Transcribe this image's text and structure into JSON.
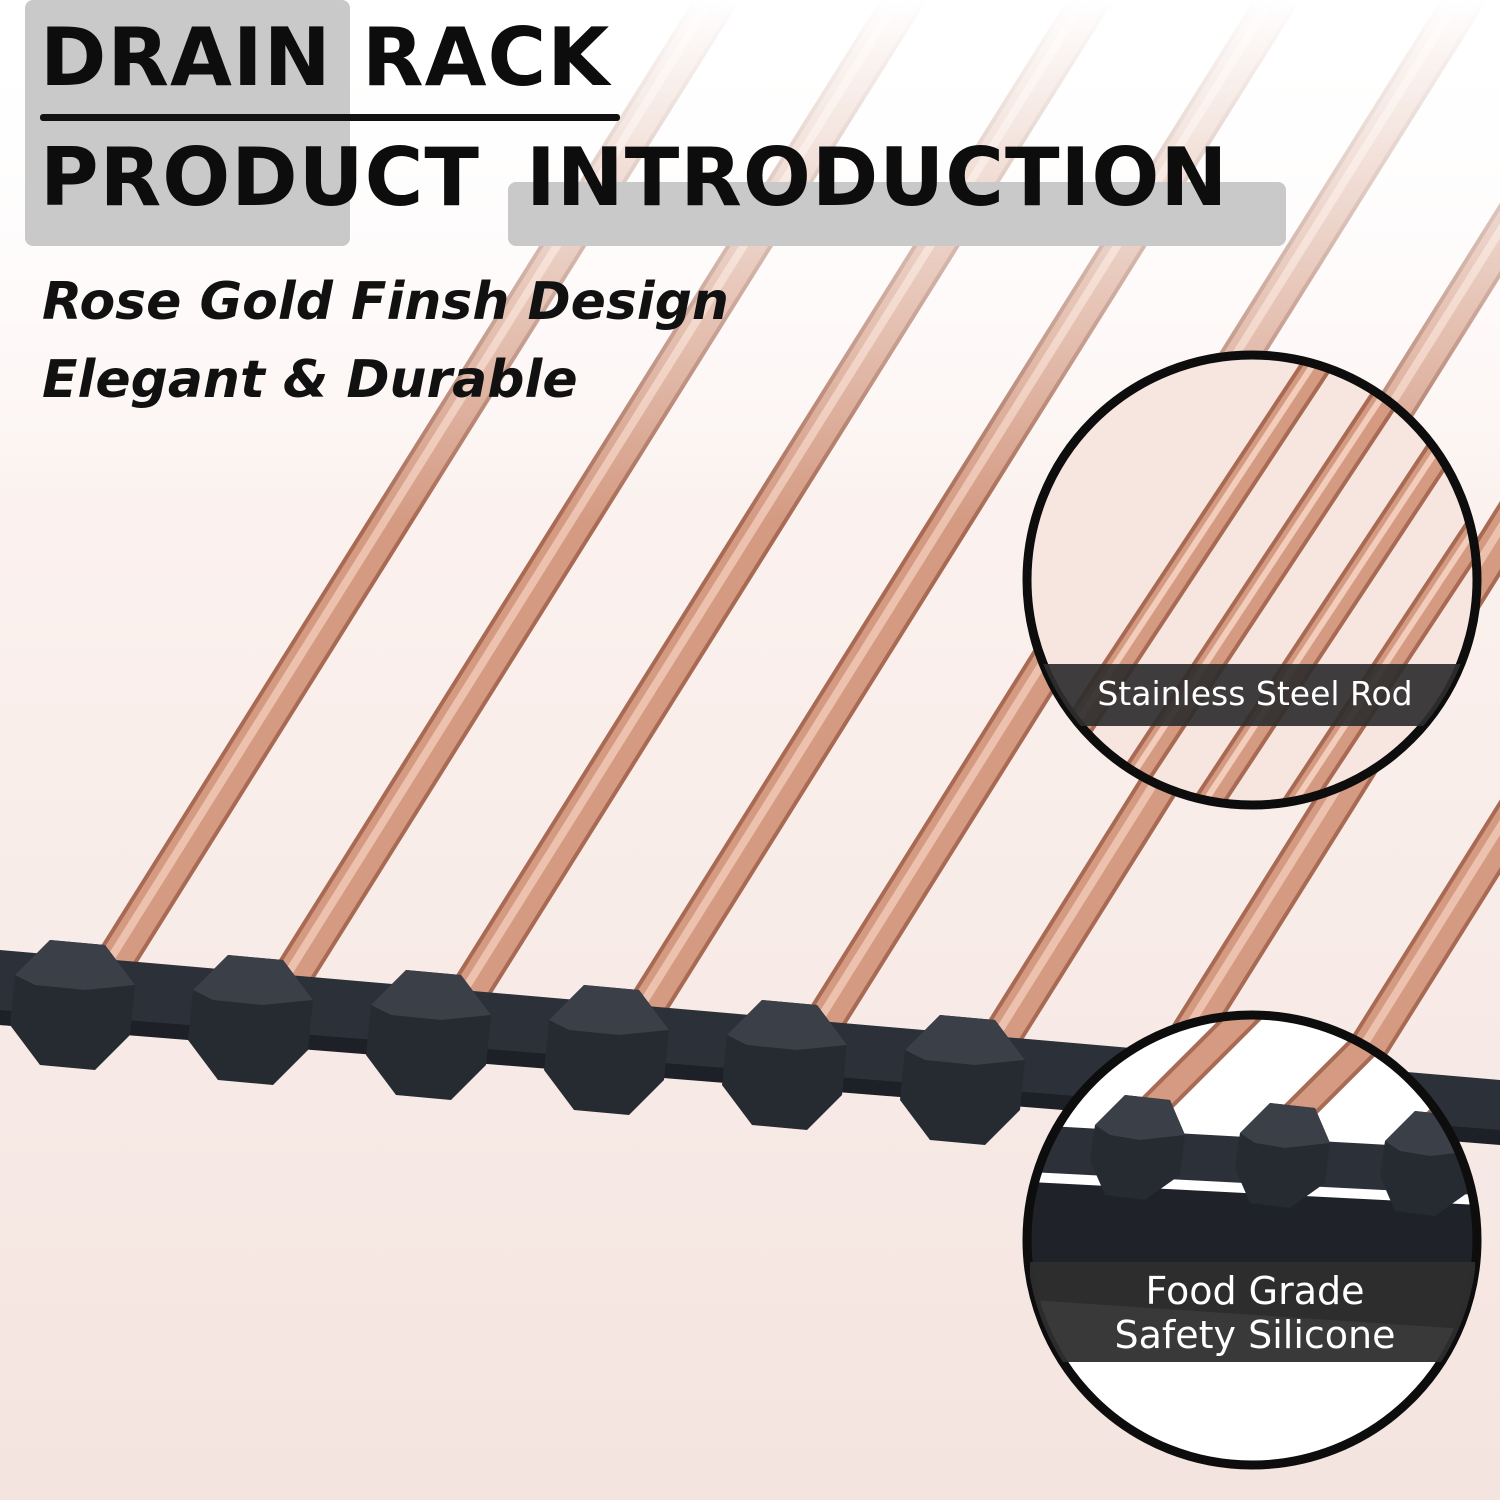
{
  "header": {
    "title_word_1": "DRAIN",
    "title_word_2": "RACK",
    "title_line_2_word_1": "PRODUCT",
    "title_line_2_word_2": "INTRODUCTION"
  },
  "tagline": {
    "line_1": "Rose Gold Finsh Design",
    "line_2": "Elegant & Durable"
  },
  "callouts": [
    {
      "label": "Stainless Steel Rod"
    },
    {
      "label_line_1": "Food Grade",
      "label_line_2": "Safety Silicone"
    }
  ],
  "colors": {
    "rod": "#d49a82",
    "rod_highlight": "#f3cdbb",
    "silicone": "#2c3038",
    "text": "#111111",
    "title_highlight": "#c9c9c9",
    "callout_band": "#2e2e2e"
  },
  "rack": {
    "rod_count": 15
  }
}
